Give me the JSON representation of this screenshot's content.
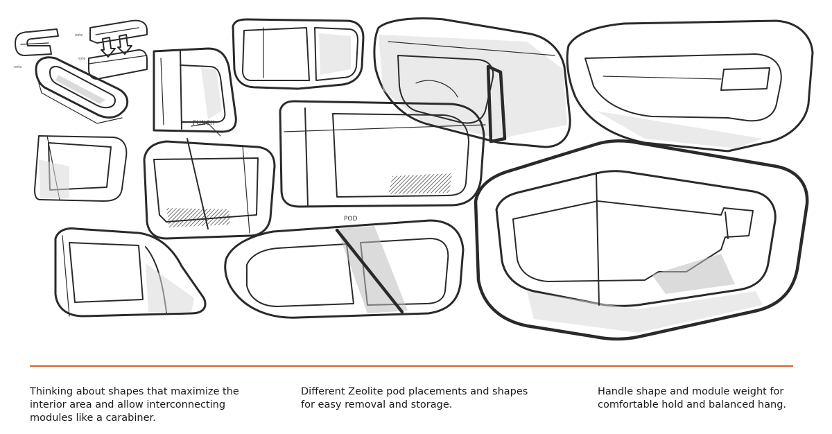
{
  "colors": {
    "accent_line": "#d9602b",
    "sketch_ink": "#2a2a2a",
    "caption_text": "#1a1a1a",
    "background": "#ffffff"
  },
  "sketch_notes": {
    "punch_label": "PUNCH",
    "pod_label": "POD"
  },
  "captions": [
    {
      "text": "Thinking about shapes that maximize the\ninterior area and allow interconnecting\nmodules like a carabiner."
    },
    {
      "text": "Different Zeolite pod placements and shapes\nfor easy removal and storage."
    },
    {
      "text": "Handle shape and module weight for\ncomfortable hold and balanced hang."
    }
  ]
}
